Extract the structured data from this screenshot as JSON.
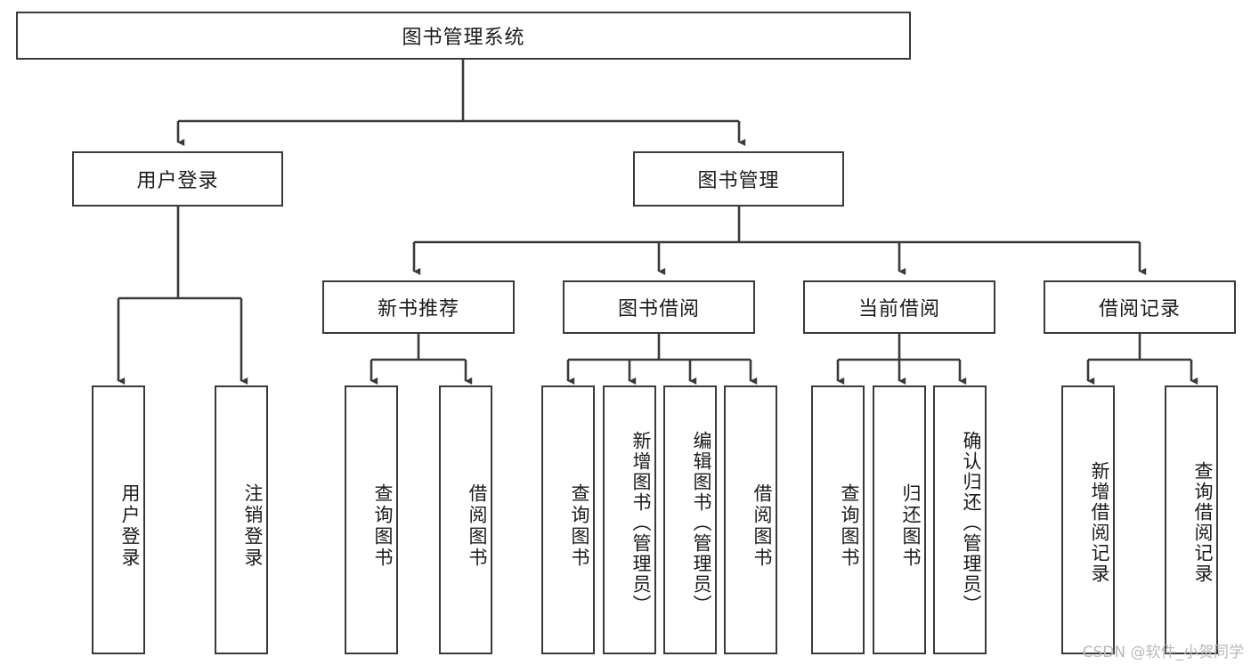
{
  "diagram": {
    "type": "tree-hierarchy",
    "orientation": "top-down",
    "root": {
      "id": "system",
      "label": "图书管理系统"
    },
    "level2": [
      {
        "id": "user-login",
        "label": "用户登录"
      },
      {
        "id": "book-manage",
        "label": "图书管理"
      }
    ],
    "level3": [
      {
        "id": "new-book-recommend",
        "label": "新书推荐",
        "parent": "book-manage"
      },
      {
        "id": "book-borrow",
        "label": "图书借阅",
        "parent": "book-manage"
      },
      {
        "id": "current-borrow",
        "label": "当前借阅",
        "parent": "book-manage"
      },
      {
        "id": "borrow-record",
        "label": "借阅记录",
        "parent": "book-manage"
      }
    ],
    "leaves": {
      "user-login": [
        {
          "id": "leaf-user-login",
          "label": "用户登录"
        },
        {
          "id": "leaf-logout-login",
          "label": "注销登录"
        }
      ],
      "new-book-recommend": [
        {
          "id": "leaf-query-book-1",
          "label": "查询图书"
        },
        {
          "id": "leaf-borrow-book-1",
          "label": "借阅图书"
        }
      ],
      "book-borrow": [
        {
          "id": "leaf-query-book-2",
          "label": "查询图书"
        },
        {
          "id": "leaf-add-book",
          "label": "新增图书（管理员）"
        },
        {
          "id": "leaf-edit-book",
          "label": "编辑图书（管理员）"
        },
        {
          "id": "leaf-borrow-book-2",
          "label": "借阅图书"
        }
      ],
      "current-borrow": [
        {
          "id": "leaf-query-book-3",
          "label": "查询图书"
        },
        {
          "id": "leaf-return-book",
          "label": "归还图书"
        },
        {
          "id": "leaf-confirm-return",
          "label": "确认归还（管理员）"
        }
      ],
      "borrow-record": [
        {
          "id": "leaf-add-record",
          "label": "新增借阅记录"
        },
        {
          "id": "leaf-query-record",
          "label": "查询借阅记录"
        }
      ]
    }
  },
  "watermark": {
    "text": "CSDN @软件_小贺同学"
  },
  "colors": {
    "stroke": "#3a3a3a",
    "fill": "#ffffff",
    "text": "#1b1b1b",
    "watermark": "#b9b9b9"
  }
}
